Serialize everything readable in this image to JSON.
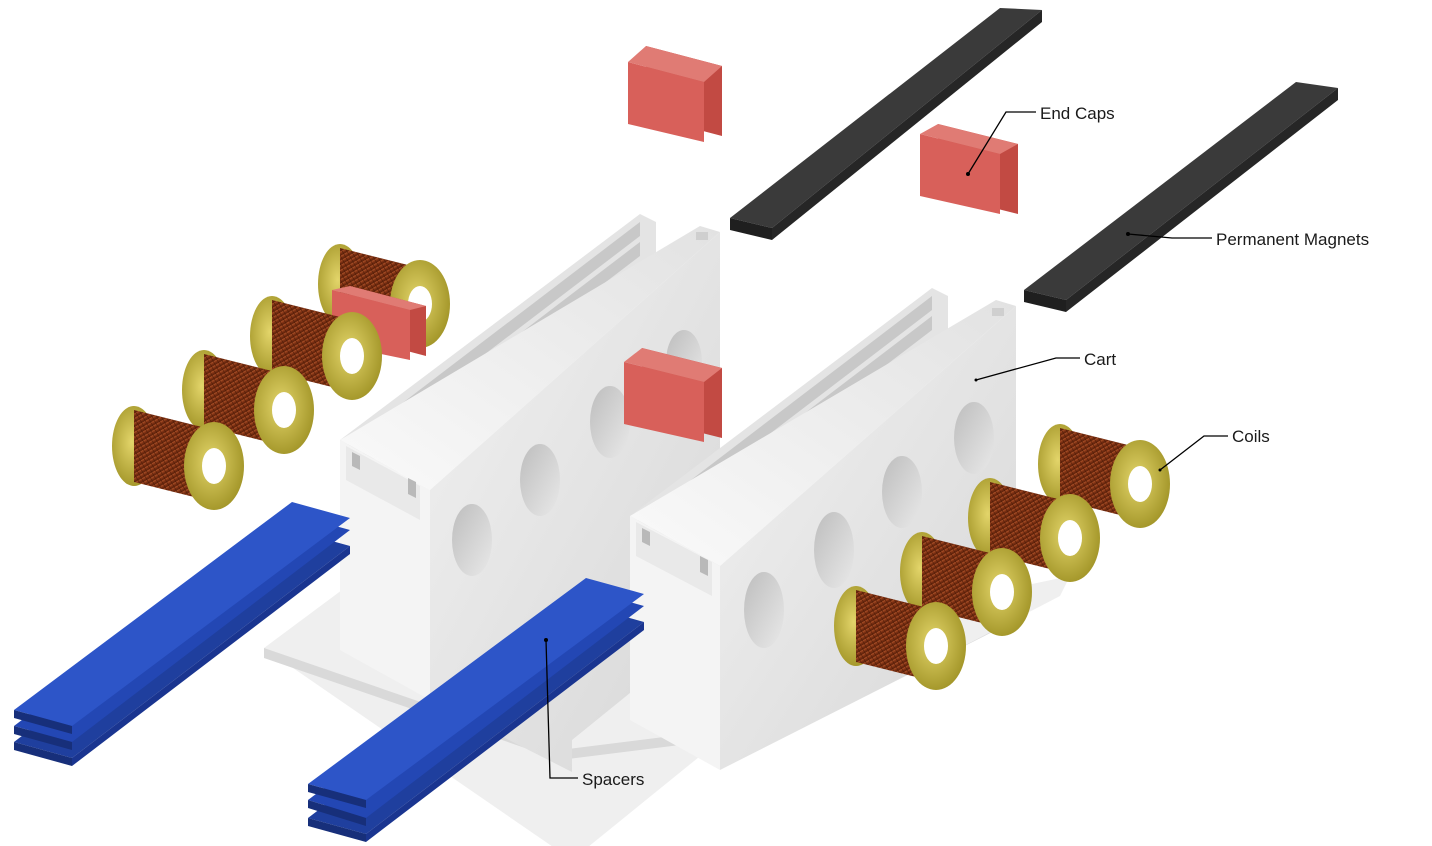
{
  "labels": {
    "end_caps": "End Caps",
    "permanent_magnets": "Permanent Magnets",
    "cart": "Cart",
    "coils": "Coils",
    "spacers": "Spacers"
  },
  "colors": {
    "end_cap": "#d4574f",
    "magnet": "#2f2f2f",
    "cart": "#e6e6e6",
    "coil_copper": "#8a3a1a",
    "coil_flange": "#b9ad3c",
    "spacer": "#2d55c8"
  }
}
